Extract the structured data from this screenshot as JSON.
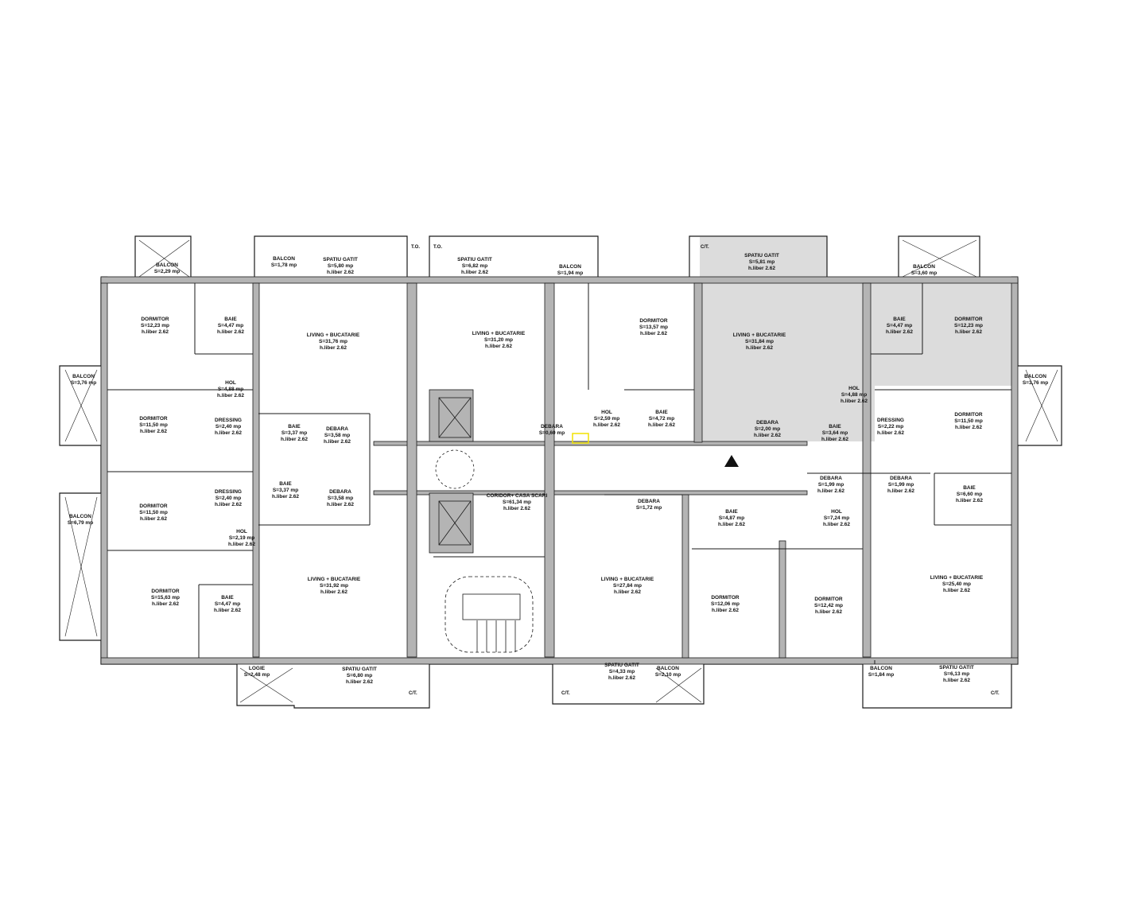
{
  "plan": {
    "colors": {
      "wall": "#b4b4b4",
      "outline": "#1a1a1a",
      "highlight_apartment": "#dcdcdc",
      "accent_yellow": "#f2e200",
      "green_note": "#29b36b"
    },
    "markers": {
      "tech_left_1": "T.O.",
      "tech_left_2": "T.O.",
      "tech_right": "C/T.",
      "tech_bottom_1": "C/T.",
      "tech_bottom_2": "C/T.",
      "tech_bottom_3": "C/T."
    },
    "rooms": [
      {
        "name": "BALCON",
        "area": "S=2,29 mp"
      },
      {
        "name": "BALCON",
        "area": "S=1,78 mp"
      },
      {
        "name": "SPATIU GATIT",
        "area": "S=5,80 mp",
        "height": "h.liber 2.62"
      },
      {
        "name": "SPATIU GATIT",
        "area": "S=6,82 mp",
        "height": "h.liber 2.62"
      },
      {
        "name": "BALCON",
        "area": "S=1,94 mp"
      },
      {
        "name": "SPATIU GATIT",
        "area": "S=5,81 mp",
        "height": "h.liber 2.62"
      },
      {
        "name": "BALCON",
        "area": "S=3,60 mp"
      },
      {
        "name": "DORMITOR",
        "area": "S=12,23 mp",
        "height": "h.liber 2.62"
      },
      {
        "name": "BAIE",
        "area": "S=4,47 mp",
        "height": "h.liber 2.62"
      },
      {
        "name": "LIVING + BUCATARIE",
        "area": "S=31,76 mp",
        "height": "h.liber 2.62"
      },
      {
        "name": "LIVING + BUCATARIE",
        "area": "S=31,20 mp",
        "height": "h.liber 2.62"
      },
      {
        "name": "DORMITOR",
        "area": "S=13,57 mp",
        "height": "h.liber 2.62"
      },
      {
        "name": "LIVING + BUCATARIE",
        "area": "S=31,84 mp",
        "height": "h.liber 2.62"
      },
      {
        "name": "BAIE",
        "area": "S=4,47 mp",
        "height": "h.liber 2.62"
      },
      {
        "name": "DORMITOR",
        "area": "S=12,23 mp",
        "height": "h.liber 2.62"
      },
      {
        "name": "BALCON",
        "area": "S=3,76 mp"
      },
      {
        "name": "BALCON",
        "area": "S=3,76 mp"
      },
      {
        "name": "HOL",
        "area": "S=4,88 mp",
        "height": "h.liber 2.62"
      },
      {
        "name": "HOL",
        "area": "S=2,59 mp",
        "height": "h.liber 2.62"
      },
      {
        "name": "BAIE",
        "area": "S=4,72 mp",
        "height": "h.liber 2.62"
      },
      {
        "name": "HOL",
        "area": "S=4,88 mp",
        "height": "h.liber 2.62"
      },
      {
        "name": "DORMITOR",
        "area": "S=11,50 mp",
        "height": "h.liber 2.62"
      },
      {
        "name": "DRESSING",
        "area": "S=2,40 mp",
        "height": "h.liber 2.62"
      },
      {
        "name": "BAIE",
        "area": "S=3,37 mp",
        "height": "h.liber 2.62"
      },
      {
        "name": "DEBARA",
        "area": "S=3,58 mp",
        "height": "h.liber 2.62"
      },
      {
        "name": "DEBARA",
        "area": "S=0,60 mp"
      },
      {
        "name": "DEBARA",
        "area": "S=2,00 mp",
        "height": "h.liber 2.62"
      },
      {
        "name": "BAIE",
        "area": "S=3,64 mp",
        "height": "h.liber 2.62"
      },
      {
        "name": "DRESSING",
        "area": "S=2,22 mp",
        "height": "h.liber 2.62"
      },
      {
        "name": "DORMITOR",
        "area": "S=11,50 mp",
        "height": "h.liber 2.62"
      },
      {
        "name": "DORMITOR",
        "area": "S=11,50 mp",
        "height": "h.liber 2.62"
      },
      {
        "name": "DRESSING",
        "area": "S=2,40 mp",
        "height": "h.liber 2.62"
      },
      {
        "name": "BAIE",
        "area": "S=3,37 mp",
        "height": "h.liber 2.62"
      },
      {
        "name": "DEBARA",
        "area": "S=3,58 mp",
        "height": "h.liber 2.62"
      },
      {
        "name": "CORIDOR+ CASA SCARI",
        "area": "S=61,34 mp",
        "height": "h.liber 2.62"
      },
      {
        "name": "DEBARA",
        "area": "S=1,72 mp"
      },
      {
        "name": "DEBARA",
        "area": "S=1,99 mp",
        "height": "h.liber 2.62"
      },
      {
        "name": "DEBARA",
        "area": "S=1,99 mp",
        "height": "h.liber 2.62"
      },
      {
        "name": "BAIE",
        "area": "S=6,60 mp",
        "height": "h.liber 2.62"
      },
      {
        "name": "HOL",
        "area": "S=2,19 mp",
        "height": "h.liber 2.62"
      },
      {
        "name": "HOL",
        "area": "S=7,24 mp",
        "height": "h.liber 2.62"
      },
      {
        "name": "LIVING + BUCATARIE",
        "area": "S=31,92 mp",
        "height": "h.liber 2.62"
      },
      {
        "name": "DORMITOR",
        "area": "S=15,63 mp",
        "height": "h.liber 2.62"
      },
      {
        "name": "BAIE",
        "area": "S=4,47 mp",
        "height": "h.liber 2.62"
      },
      {
        "name": "LIVING + BUCATARIE",
        "area": "S=27,84 mp",
        "height": "h.liber 2.62"
      },
      {
        "name": "DORMITOR",
        "area": "S=12,06 mp",
        "height": "h.liber 2.62"
      },
      {
        "name": "DORMITOR",
        "area": "S=12,42 mp",
        "height": "h.liber 2.62"
      },
      {
        "name": "LIVING + BUCATARIE",
        "area": "S=25,40 mp",
        "height": "h.liber 2.62"
      },
      {
        "name": "LOGIE",
        "area": "S=2,48 mp"
      },
      {
        "name": "SPATIU GATIT",
        "area": "S=6,80 mp",
        "height": "h.liber 2.62"
      },
      {
        "name": "SPATIU GATIT",
        "area": "S=4,33 mp",
        "height": "h.liber 2.62"
      },
      {
        "name": "BALCON",
        "area": "S=2,10 mp"
      },
      {
        "name": "BALCON",
        "area": "S=1,84 mp"
      },
      {
        "name": "SPATIU GATIT",
        "area": "S=6,13 mp",
        "height": "h.liber 2.62"
      },
      {
        "name": "BAIE",
        "area": "S=4,87 mp",
        "height": "h.liber 2.62"
      },
      {
        "name": "BALCON",
        "area": "S=6,79 mp"
      }
    ]
  }
}
